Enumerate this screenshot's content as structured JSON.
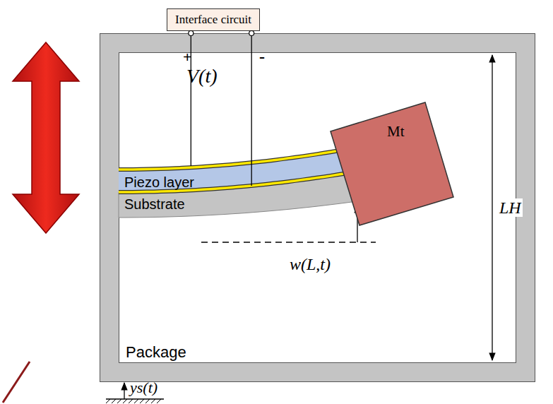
{
  "diagram": {
    "nodes": [
      {
        "text": [
          "Interface circuit"
        ]
      },
      {
        "text": [
          "Package"
        ]
      },
      {
        "text": [
          "Piezo layer"
        ],
        "in": 1
      },
      {
        "text": [
          "Substrate"
        ],
        "in": 1
      },
      {
        "text": [
          "Mt"
        ],
        "in": 1
      }
    ],
    "edges": [
      {
        "from": 0,
        "to": 2,
        "arrow": "none"
      },
      {
        "from": 0,
        "to": 2,
        "arrow": "none"
      }
    ],
    "labels": [
      "+",
      "V(t)",
      "-",
      "w(L,t)",
      "LH",
      "ys(t)"
    ]
  }
}
